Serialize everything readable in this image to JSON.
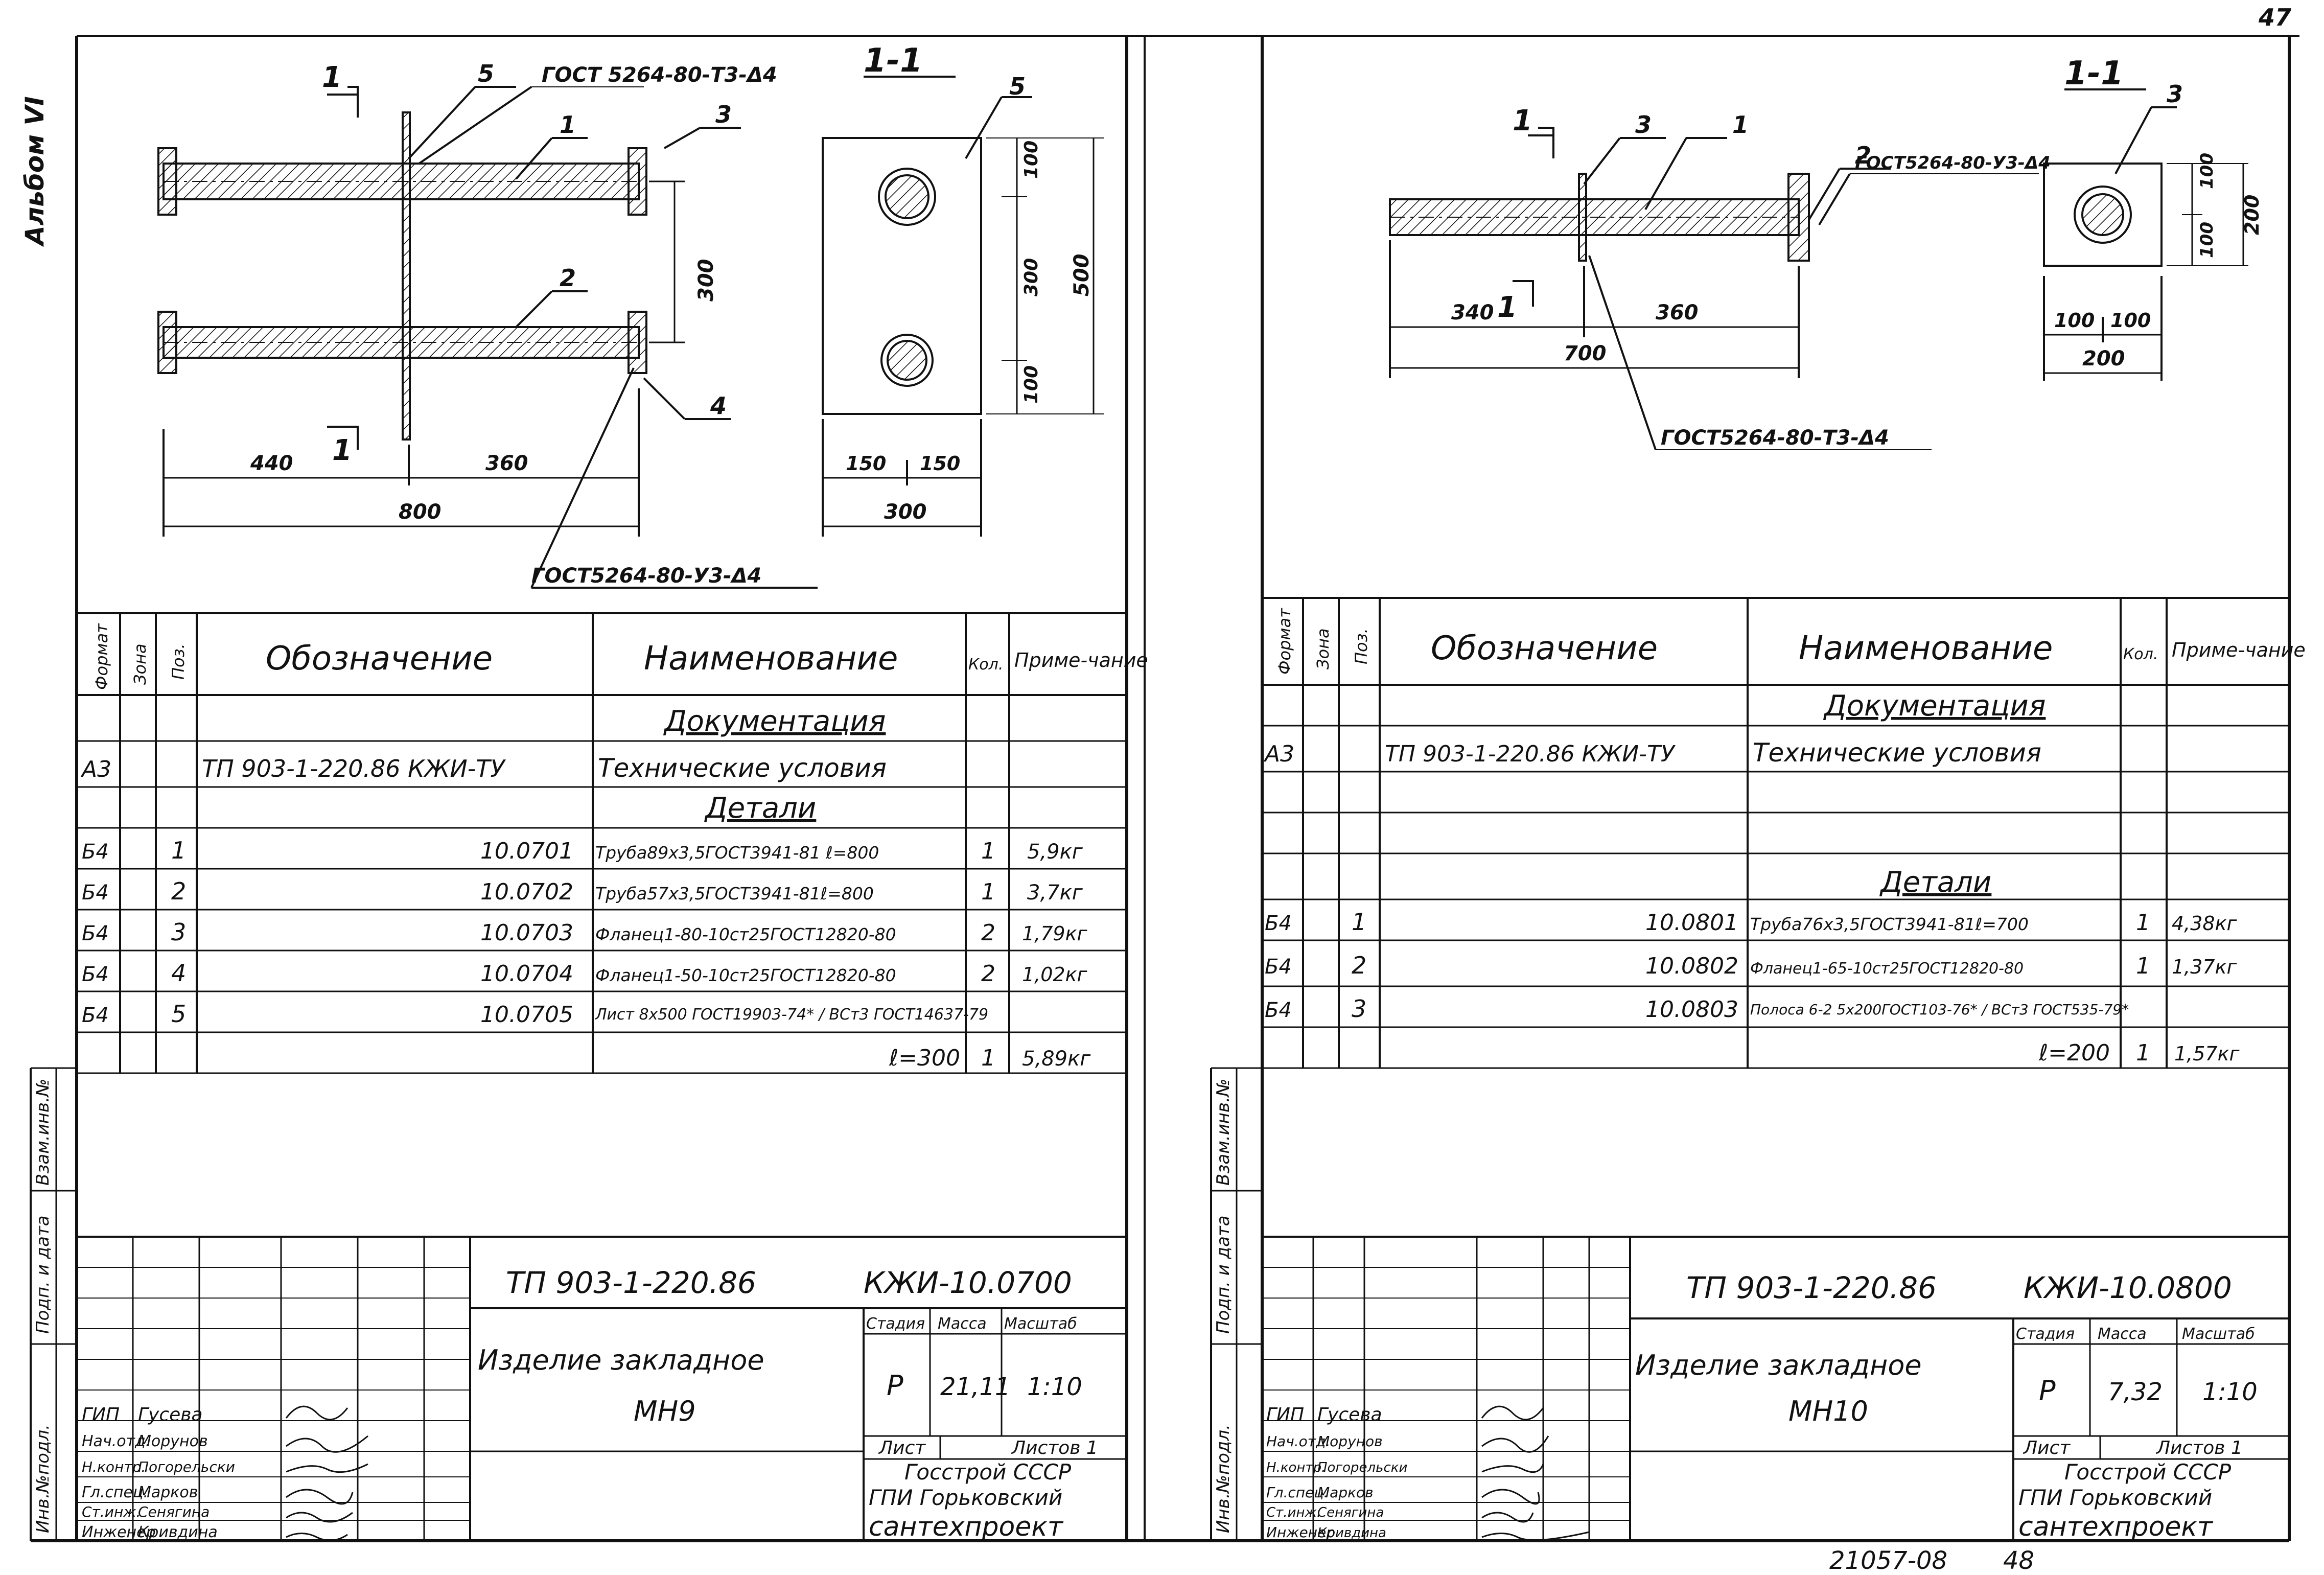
{
  "sheet": {
    "album": "Альбом VI",
    "page_number": "47",
    "bottom_code": "21057-08",
    "bottom_page": "48"
  },
  "sidebar": {
    "labels": [
      "Инв.№подл.",
      "Подп. и дата",
      "Взам.инв.№"
    ]
  },
  "left": {
    "drawing": {
      "section_mark": "1",
      "section_title": "1-1",
      "weld_top": "ГОСТ 5264-80-Т3-Δ4",
      "weld_bottom": "ГОСТ5264-80-У3-Δ4",
      "callouts": [
        "1",
        "2",
        "3",
        "4",
        "5"
      ],
      "dims": {
        "d300": "300",
        "d440": "440",
        "d360": "360",
        "d800": "800",
        "s100a": "100",
        "s300": "300",
        "s100b": "100",
        "s500": "500",
        "s150a": "150",
        "s150b": "150",
        "s300w": "300"
      }
    },
    "spec": {
      "headers": {
        "format": "Формат",
        "zone": "Зона",
        "pos": "Поз.",
        "designation": "Обозначение",
        "name": "Наименование",
        "qty": "Кол.",
        "note": "Приме-чание"
      },
      "section_doc": "Документация",
      "doc_row": {
        "format": "А3",
        "designation": "ТП 903-1-220.86 КЖИ-ТУ",
        "name": "Технические условия"
      },
      "section_details": "Детали",
      "rows": [
        {
          "format": "Б4",
          "pos": "1",
          "designation": "10.0701",
          "name": "Труба89х3,5ГОСТ3941-81 ℓ=800",
          "qty": "1",
          "note": "5,9кг"
        },
        {
          "format": "Б4",
          "pos": "2",
          "designation": "10.0702",
          "name": "Труба57х3,5ГОСТ3941-81ℓ=800",
          "qty": "1",
          "note": "3,7кг"
        },
        {
          "format": "Б4",
          "pos": "3",
          "designation": "10.0703",
          "name": "Фланец1-80-10ст25ГОСТ12820-80",
          "qty": "2",
          "note": "1,79кг"
        },
        {
          "format": "Б4",
          "pos": "4",
          "designation": "10.0704",
          "name": "Фланец1-50-10ст25ГОСТ12820-80",
          "qty": "2",
          "note": "1,02кг"
        },
        {
          "format": "Б4",
          "pos": "5",
          "designation": "10.0705",
          "name": "Лист 8х500 ГОСТ19903-74* / ВСт3 ГОСТ14637-79",
          "qty": "",
          "note": ""
        }
      ],
      "last_row": {
        "designation": "ℓ=300",
        "qty": "1",
        "note": "5,89кг"
      }
    },
    "title_block": {
      "project": "ТП 903-1-220.86",
      "code": "КЖИ-10.0700",
      "item_line1": "Изделие закладное",
      "item_line2": "МН9",
      "stage_label": "Стадия",
      "mass_label": "Масса",
      "scale_label": "Масштаб",
      "stage": "Р",
      "mass": "21,11",
      "scale": "1:10",
      "sheet_label": "Лист",
      "sheets_label": "Листов 1",
      "org1": "Госстрой СССР",
      "org2": "ГПИ Горьковский",
      "org3": "сантехпроект",
      "staff": [
        {
          "role": "ГИП",
          "name": "Гусева"
        },
        {
          "role": "Нач.отд.",
          "name": "Морунов"
        },
        {
          "role": "Н.контр.",
          "name": "Погорельски"
        },
        {
          "role": "Гл.спец.",
          "name": "Марков"
        },
        {
          "role": "Ст.инж.",
          "name": "Сенягина"
        },
        {
          "role": "Инженер",
          "name": "Кривдина"
        }
      ]
    }
  },
  "right": {
    "drawing": {
      "section_mark": "1",
      "section_title": "1-1",
      "weld_top": "ГОСТ5264-80-У3-Δ4",
      "weld_bottom": "ГОСТ5264-80-Т3-Δ4",
      "callouts": [
        "1",
        "2",
        "3"
      ],
      "dims": {
        "d340": "340",
        "d360": "360",
        "d700": "700",
        "s100a": "100",
        "s100b": "100",
        "s200": "200",
        "s100c": "100",
        "s100d": "100",
        "s200w": "200"
      }
    },
    "spec": {
      "headers": {
        "format": "Формат",
        "zone": "Зона",
        "pos": "Поз.",
        "designation": "Обозначение",
        "name": "Наименование",
        "qty": "Кол.",
        "note": "Приме-чание"
      },
      "section_doc": "Документация",
      "doc_row": {
        "format": "А3",
        "designation": "ТП 903-1-220.86 КЖИ-ТУ",
        "name": "Технические условия"
      },
      "section_details": "Детали",
      "rows": [
        {
          "format": "Б4",
          "pos": "1",
          "designation": "10.0801",
          "name": "Труба76х3,5ГОСТ3941-81ℓ=700",
          "qty": "1",
          "note": "4,38кг"
        },
        {
          "format": "Б4",
          "pos": "2",
          "designation": "10.0802",
          "name": "Фланец1-65-10ст25ГОСТ12820-80",
          "qty": "1",
          "note": "1,37кг"
        },
        {
          "format": "Б4",
          "pos": "3",
          "designation": "10.0803",
          "name": "Полоса 6-2 5х200ГОСТ103-76* / ВСт3 ГОСТ535-79*",
          "qty": "",
          "note": ""
        }
      ],
      "last_row": {
        "designation": "ℓ=200",
        "qty": "1",
        "note": "1,57кг"
      }
    },
    "title_block": {
      "project": "ТП 903-1-220.86",
      "code": "КЖИ-10.0800",
      "item_line1": "Изделие закладное",
      "item_line2": "МН10",
      "stage_label": "Стадия",
      "mass_label": "Масса",
      "scale_label": "Масштаб",
      "stage": "Р",
      "mass": "7,32",
      "scale": "1:10",
      "sheet_label": "Лист",
      "sheets_label": "Листов 1",
      "org1": "Госстрой СССР",
      "org2": "ГПИ Горьковский",
      "org3": "сантехпроект",
      "staff": [
        {
          "role": "ГИП",
          "name": "Гусева"
        },
        {
          "role": "Нач.отд.",
          "name": "Морунов"
        },
        {
          "role": "Н.контр.",
          "name": "Погорельски"
        },
        {
          "role": "Гл.спец.",
          "name": "Марков"
        },
        {
          "role": "Ст.инж.",
          "name": "Сенягина"
        },
        {
          "role": "Инженер",
          "name": "Кривдина"
        }
      ]
    }
  }
}
